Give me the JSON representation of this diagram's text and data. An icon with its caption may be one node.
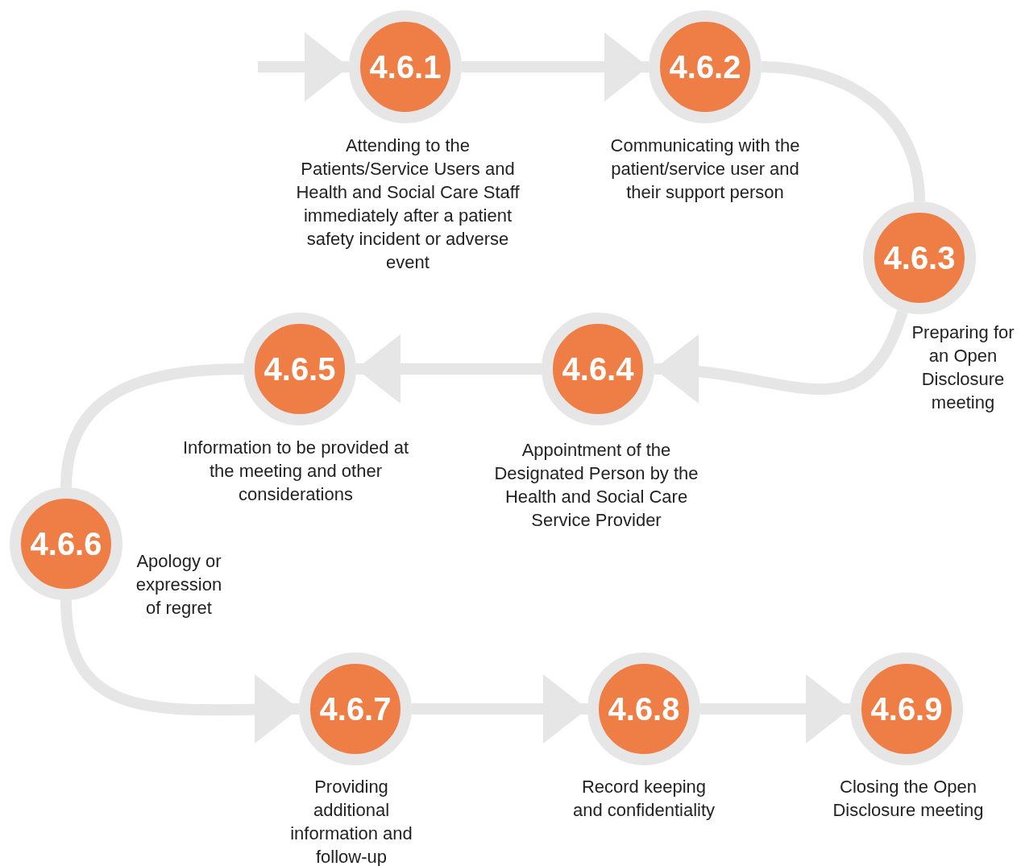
{
  "diagram": {
    "nodes": [
      {
        "text": [
          "4.6.1"
        ],
        "beside": [
          "Attending to the Patients/Service Users and Health and Social Care Staff immediately after a patient safety incident or adverse event"
        ]
      },
      {
        "text": [
          "4.6.2"
        ],
        "beside": [
          "Communicating with the patient/service user and their support person"
        ]
      },
      {
        "text": [
          "4.6.3"
        ],
        "beside": [
          "Preparing for an Open Disclosure meeting"
        ]
      },
      {
        "text": [
          "4.6.4"
        ],
        "beside": [
          "Appointment of the Designated Person by the Health and Social Care Service Provider"
        ]
      },
      {
        "text": [
          "4.6.5"
        ],
        "beside": [
          "Information to be provided at the meeting and other considerations"
        ]
      },
      {
        "text": [
          "4.6.6"
        ],
        "beside": [
          "Apology or expression of regret"
        ]
      },
      {
        "text": [
          "4.6.7"
        ],
        "beside": [
          "Providing additional information and follow-up"
        ]
      },
      {
        "text": [
          "4.6.8"
        ],
        "beside": [
          "Record keeping and confidentiality"
        ]
      },
      {
        "text": [
          "4.6.9"
        ],
        "beside": [
          "Closing the Open Disclosure meeting"
        ]
      }
    ],
    "edges": [
      {
        "from": null,
        "to": 0,
        "arrow": "to"
      },
      {
        "from": 0,
        "to": 1,
        "arrow": "to"
      },
      {
        "from": 1,
        "to": 2,
        "arrow": "none"
      },
      {
        "from": 2,
        "to": 3,
        "arrow": "to"
      },
      {
        "from": 3,
        "to": 4,
        "arrow": "to"
      },
      {
        "from": 4,
        "to": 5,
        "arrow": "none"
      },
      {
        "from": 5,
        "to": 6,
        "arrow": "to"
      },
      {
        "from": 6,
        "to": 7,
        "arrow": "to"
      },
      {
        "from": 7,
        "to": 8,
        "arrow": "to"
      }
    ]
  }
}
